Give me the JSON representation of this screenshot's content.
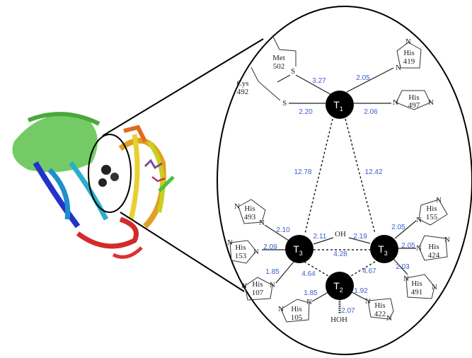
{
  "nodes": {
    "t1": "T",
    "t1_sub": "1",
    "t3a": "T",
    "t3a_sub": "3",
    "t3b": "T",
    "t3b_sub": "3",
    "t2": "T",
    "t2_sub": "2"
  },
  "ligands": {
    "met": [
      "Met",
      "502"
    ],
    "cys": [
      "Cys",
      "492"
    ],
    "his419": [
      "His",
      "419"
    ],
    "his497": [
      "His",
      "497"
    ],
    "his493": [
      "His",
      "493"
    ],
    "his153": [
      "His",
      "153"
    ],
    "his107": [
      "His",
      "107"
    ],
    "his155": [
      "His",
      "155"
    ],
    "his424": [
      "His",
      "424"
    ],
    "his491": [
      "His",
      "491"
    ],
    "his105": [
      "His",
      "105"
    ],
    "his422": [
      "His",
      "422"
    ],
    "s": "S",
    "n": "N",
    "oh": "OH",
    "hoh": "HOH"
  },
  "distances": {
    "met_t1": "3.27",
    "cys_t1": "2.20",
    "his419_t1": "2.05",
    "his497_t1": "2.06",
    "t1_t3a": "12.78",
    "t1_t3b": "12.42",
    "his493_t3a": "2.10",
    "oh_t3a": "2.11",
    "oh_t3b": "2.19",
    "his153_t3a": "2.09",
    "his107_t3a": "1.85",
    "t3a_t2": "4.64",
    "t3a_t3b": "4.28",
    "t3b_t2": "4.67",
    "his155_t3b": "2.05",
    "his424_t3b": "2.05",
    "his491_t3b": "2.03",
    "his105_t2": "1.85",
    "his422_t2": "1.92",
    "hoh_t2": "2.07"
  },
  "colors": {
    "distance": "#3a5fcd",
    "node": "#000000"
  }
}
